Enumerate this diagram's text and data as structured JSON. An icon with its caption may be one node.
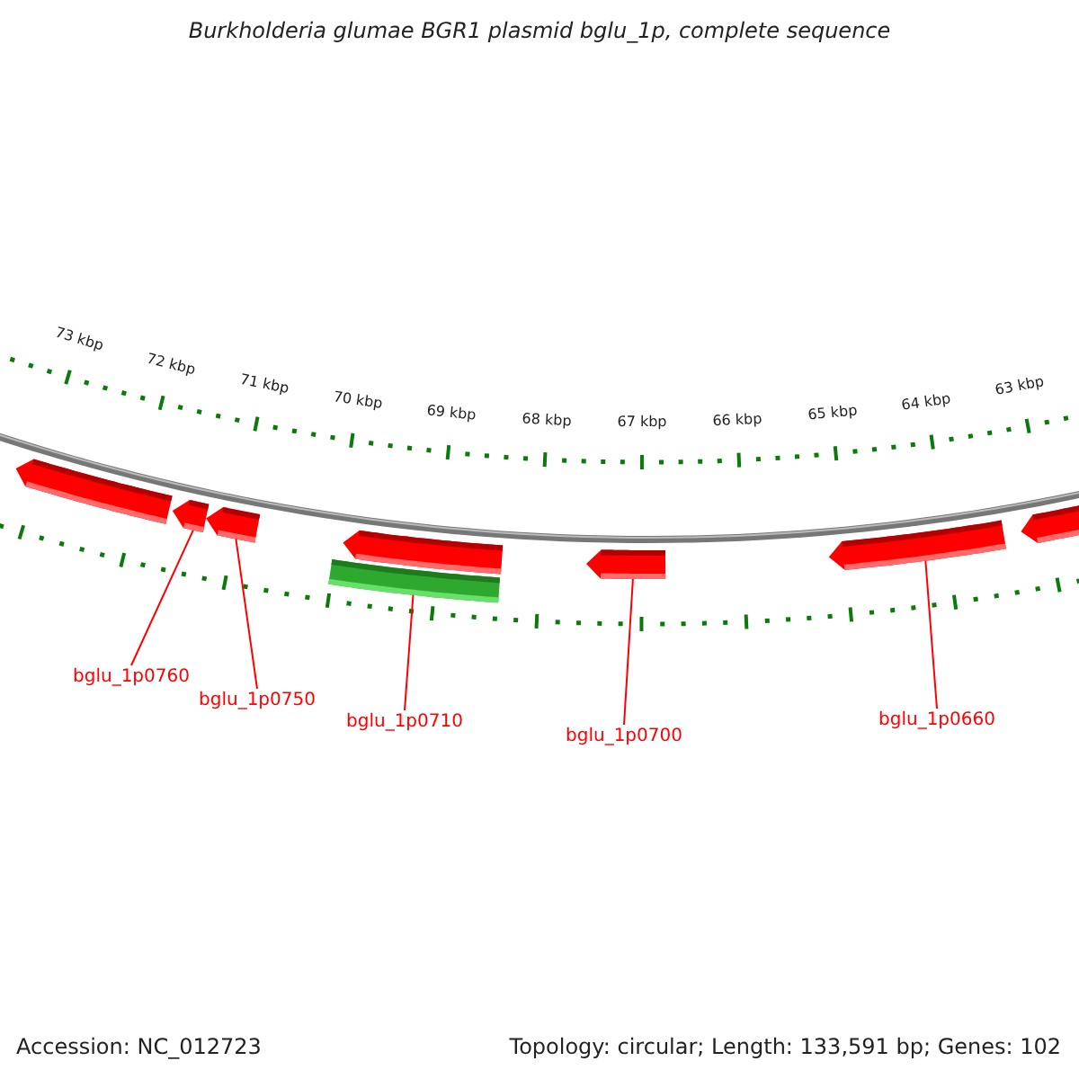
{
  "diagram": {
    "title": "Burkholderia glumae BGR1 plasmid bglu_1p, complete sequence",
    "nodes": [
      {
        "text": [],
        "shape": "pentagon"
      },
      {
        "text": [],
        "shape": "pentagon"
      },
      {
        "text": [],
        "shape": "pentagon"
      },
      {
        "text": [],
        "shape": "pentagon"
      },
      {
        "text": [],
        "shape": "bar"
      },
      {
        "text": [],
        "shape": "pentagon"
      },
      {
        "text": [],
        "shape": "pentagon"
      },
      {
        "text": [],
        "shape": "pentagon"
      },
      {
        "text": [
          "bglu_1p0760"
        ]
      },
      {
        "text": [
          "bglu_1p0750"
        ]
      },
      {
        "text": [
          "bglu_1p0710"
        ]
      },
      {
        "text": [
          "bglu_1p0700"
        ]
      },
      {
        "text": [
          "bglu_1p0660"
        ]
      }
    ],
    "edges": [
      {
        "from": 8,
        "to": 1,
        "arrow": "none"
      },
      {
        "from": 9,
        "to": 2,
        "arrow": "none"
      },
      {
        "from": 10,
        "to": 4,
        "arrow": "none"
      },
      {
        "from": 11,
        "to": 5,
        "arrow": "none"
      },
      {
        "from": 12,
        "to": 6,
        "arrow": "none"
      }
    ],
    "labels": [
      "73 kbp",
      "72 kbp",
      "71 kbp",
      "70 kbp",
      "69 kbp",
      "68 kbp",
      "67 kbp",
      "66 kbp",
      "65 kbp",
      "64 kbp",
      "63 kbp",
      "Accession: NC_012723",
      "Topology: circular; Length: 133,591 bp; Genes: 102"
    ]
  }
}
